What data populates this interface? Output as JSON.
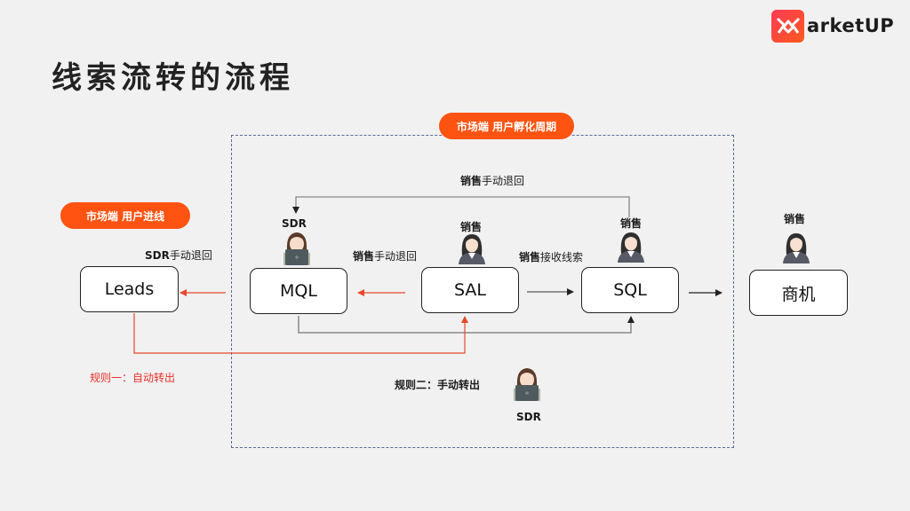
{
  "page": {
    "title": "线索流转的流程",
    "logo": {
      "mark_icon": "marketup-m-icon",
      "text": "arketUP",
      "color": "#ff4a2e"
    }
  },
  "pills": {
    "incubation": "市场端 用户孵化周期",
    "intake": "市场端 用户进线",
    "color": "#ff5312"
  },
  "nodes": {
    "leads": "Leads",
    "mql": "MQL",
    "sal": "SAL",
    "sql": "SQL",
    "opportunity": "商机"
  },
  "roles": {
    "mql_role": "SDR",
    "sal_role": "销售",
    "sql_role": "销售",
    "opportunity_role": "销售",
    "bottom_role": "SDR"
  },
  "edges": {
    "sql_to_mql_return": {
      "bold": "销售",
      "rest": "手动退回"
    },
    "mql_to_leads_return": {
      "bold": "SDR",
      "rest": "手动退回"
    },
    "sal_to_mql_return": {
      "bold": "销售",
      "rest": "手动退回"
    },
    "sal_to_sql_accept": {
      "bold": "销售",
      "rest": "接收线索"
    }
  },
  "rules": {
    "rule_one": "规则一：自动转出",
    "rule_two": "规则二：手动转出"
  },
  "colors": {
    "accent_red": "#e8482a",
    "line_gray": "#888888",
    "dash_blue": "#5a6a90"
  }
}
